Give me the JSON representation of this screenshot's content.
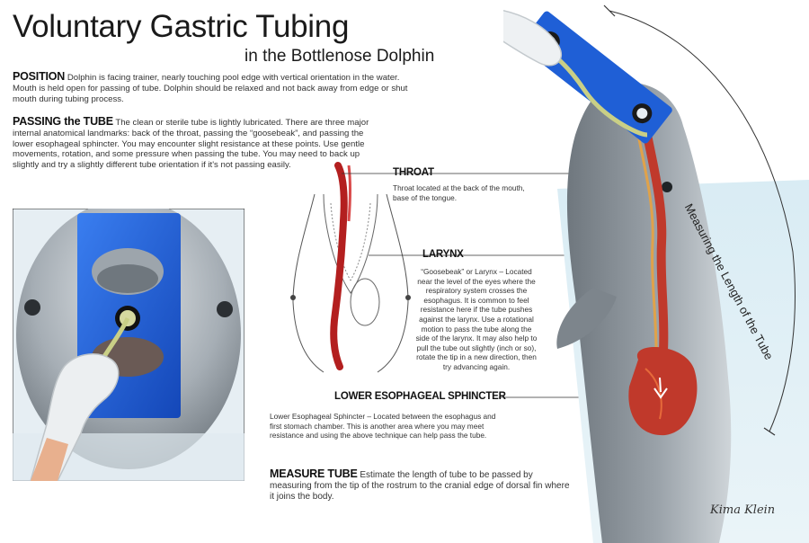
{
  "title": "Voluntary Gastric Tubing",
  "subtitle": "in the Bottlenose Dolphin",
  "position": {
    "heading": "POSITION",
    "text": "Dolphin is facing trainer, nearly touching pool edge with vertical orientation in the water. Mouth is held open for passing of tube. Dolphin should be relaxed and not back away from edge or shut mouth during tubing process."
  },
  "passing": {
    "heading": "PASSING the TUBE",
    "text": "The clean or sterile tube is lightly lubricated. There are three major internal anatomical landmarks: back of the throat, passing the “goosebeak”, and passing the lower esophageal sphincter. You may encounter slight resistance at these points. Use gentle movements, rotation, and some pressure when passing the tube. You may need to back up slightly and try a slightly different tube orientation if it's not passing easily."
  },
  "throat": {
    "label": "THROAT",
    "text": "Throat located at the back of the mouth, base of the tongue."
  },
  "larynx": {
    "label": "LARYNX",
    "text": "“Goosebeak” or Larynx – Located near the level of the eyes where the respiratory system crosses the esophagus. It is common to feel resistance here if the tube pushes against the larynx. Use a rotational motion to pass the tube along the side of the larynx. It may also help to pull the tube out slightly (inch or so), rotate the tip in a new direction, then try advancing again."
  },
  "les": {
    "label": "LOWER ESOPHAGEAL SPHINCTER",
    "text": "Lower Esophageal Sphincter – Located between the esophagus and first stomach chamber. This is another area where you may meet resistance and using the above technique can help pass the tube."
  },
  "measure": {
    "heading": "MEASURE TUBE",
    "text": "Estimate the length of tube to be passed by measuring from the tip of the rostrum to the cranial edge of dorsal fin where it joins the body."
  },
  "measuring_arc_label": "Measuring the Length of the Tube",
  "signature": "Kima Klein",
  "colors": {
    "bite_block_blue": "#1f5fd6",
    "esophagus_red": "#b31f1f",
    "dolphin_gray": "#8f979e",
    "water_blue": "#d6e9f2"
  }
}
